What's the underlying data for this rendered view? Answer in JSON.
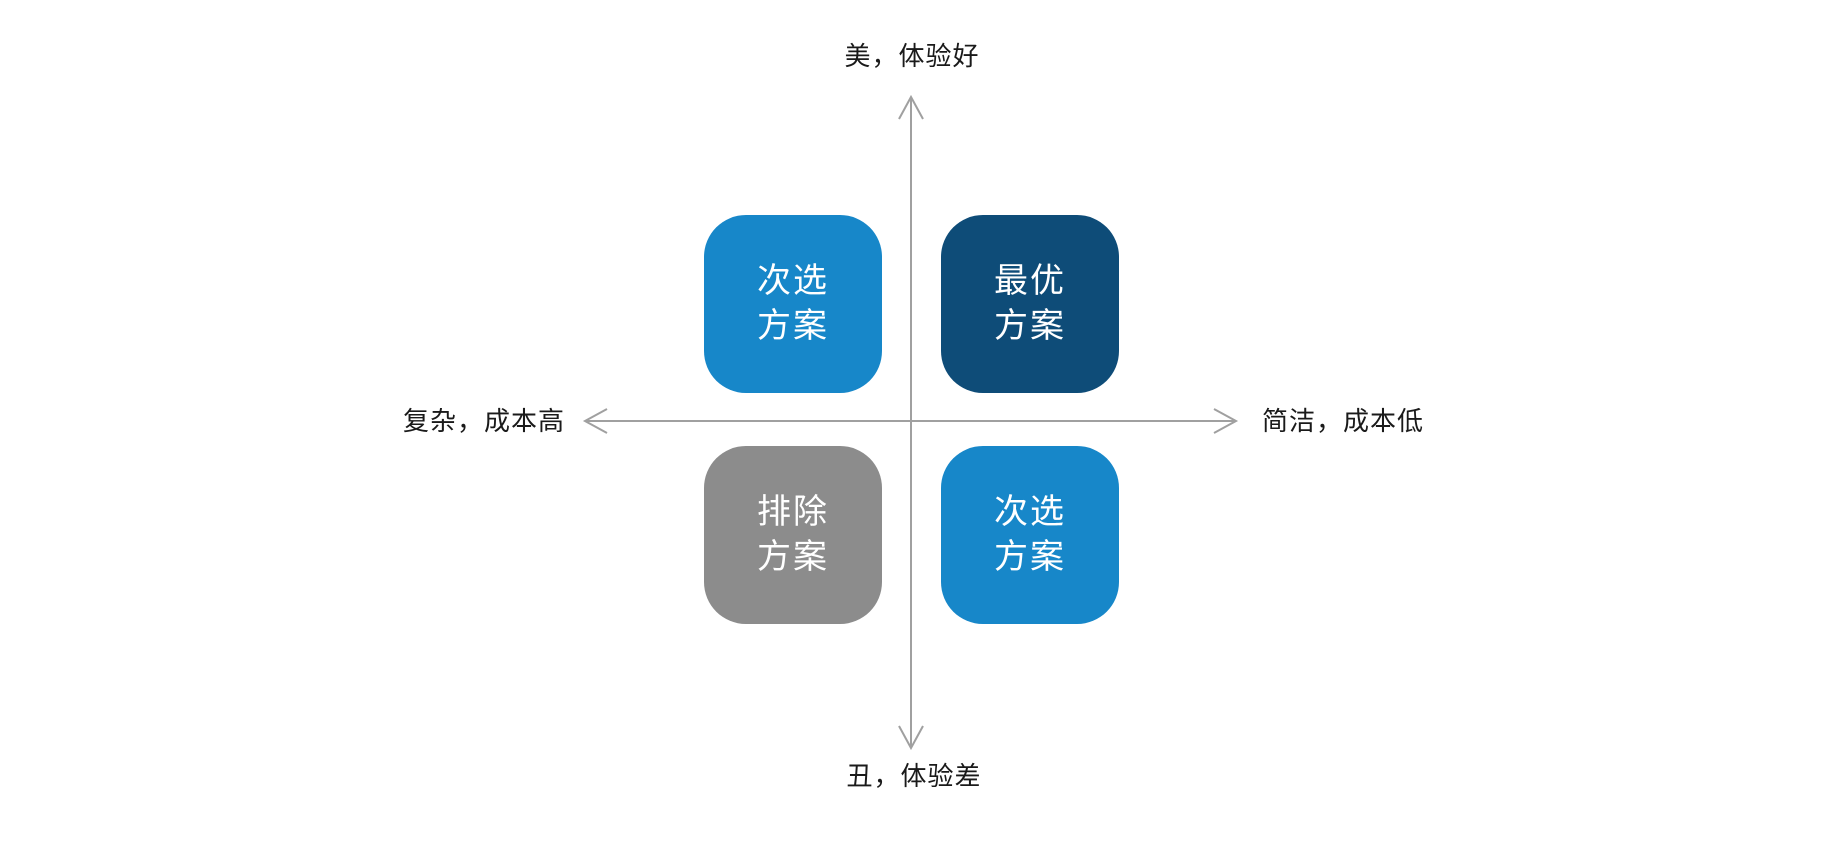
{
  "diagram": {
    "type": "quadrant-matrix",
    "axes": {
      "top_label": "美，体验好",
      "bottom_label": "丑，体验差",
      "left_label": "复杂，成本高",
      "right_label": "简洁，成本低"
    },
    "quadrants": [
      {
        "position": "top-left",
        "line1": "次选",
        "line2": "方案",
        "color": "#1787C9"
      },
      {
        "position": "top-right",
        "line1": "最优",
        "line2": "方案",
        "color": "#0E4C78"
      },
      {
        "position": "bottom-left",
        "line1": "排除",
        "line2": "方案",
        "color": "#8C8C8C"
      },
      {
        "position": "bottom-right",
        "line1": "次选",
        "line2": "方案",
        "color": "#1787C9"
      }
    ],
    "colors": {
      "axis_line": "#A0A0A0",
      "label_text": "#1A1A1A",
      "box_text": "#FFFFFF",
      "background": "#FFFFFF"
    }
  }
}
